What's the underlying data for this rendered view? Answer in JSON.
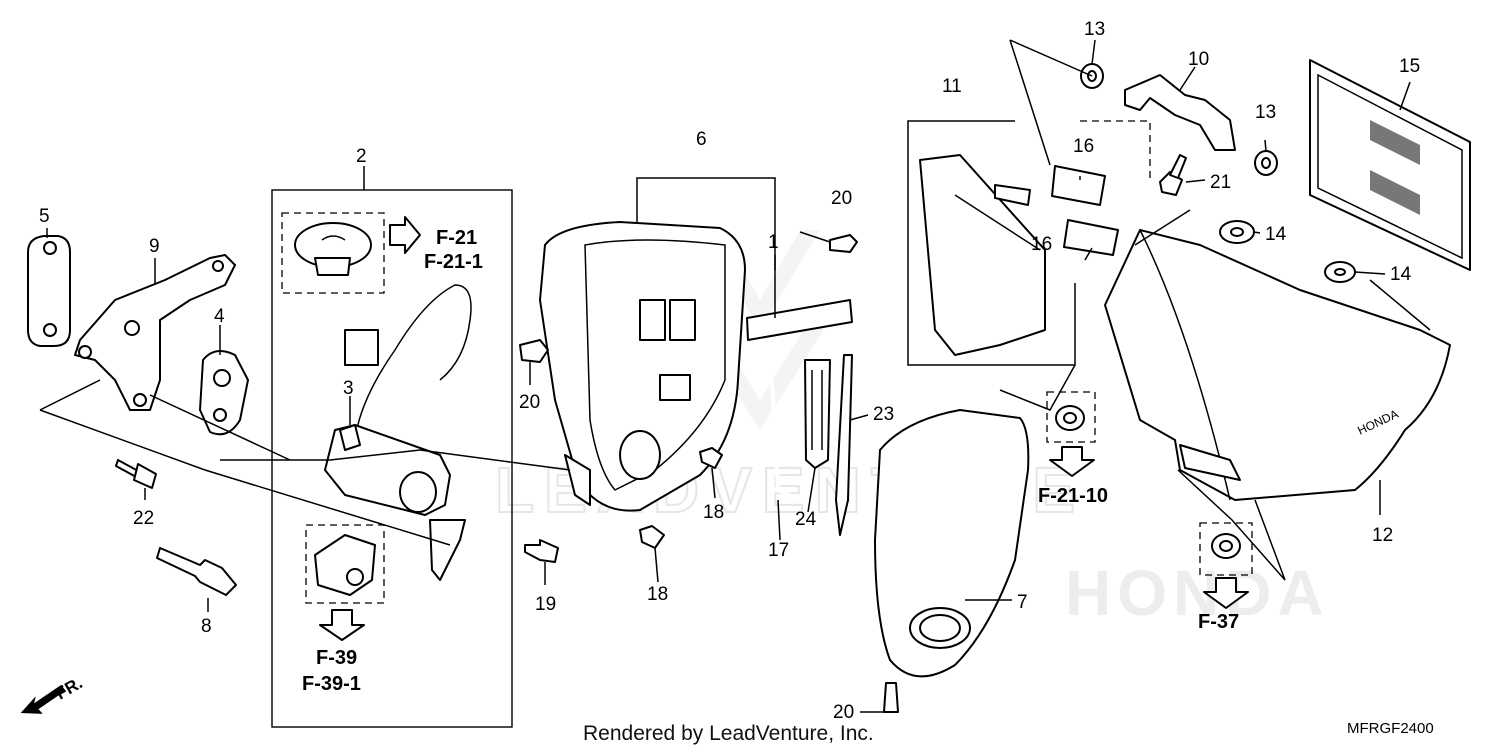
{
  "callouts": {
    "c1": "1",
    "c2": "2",
    "c3": "3",
    "c4": "4",
    "c5": "5",
    "c6": "6",
    "c7": "7",
    "c8": "8",
    "c9": "9",
    "c10": "10",
    "c11": "11",
    "c12": "12",
    "c13a": "13",
    "c13b": "13",
    "c14a": "14",
    "c14b": "14",
    "c15": "15",
    "c16a": "16",
    "c16b": "16",
    "c17": "17",
    "c18a": "18",
    "c18b": "18",
    "c19": "19",
    "c20a": "20",
    "c20b": "20",
    "c20c": "20",
    "c21": "21",
    "c22": "22",
    "c23": "23",
    "c24": "24"
  },
  "references": {
    "f21": "F-21",
    "f21_1": "F-21-1",
    "f39": "F-39",
    "f39_1": "F-39-1",
    "f21_10": "F-21-10",
    "f37": "F-37"
  },
  "watermark": {
    "leadventure": "LEADVENTURE",
    "honda": "HONDA"
  },
  "decal_text": {
    "cover_logo": "HONDA"
  },
  "footer": {
    "rendered_by": "Rendered by LeadVenture, Inc.",
    "diagram_code": "MFRGF2400",
    "front_arrow": "FR."
  }
}
